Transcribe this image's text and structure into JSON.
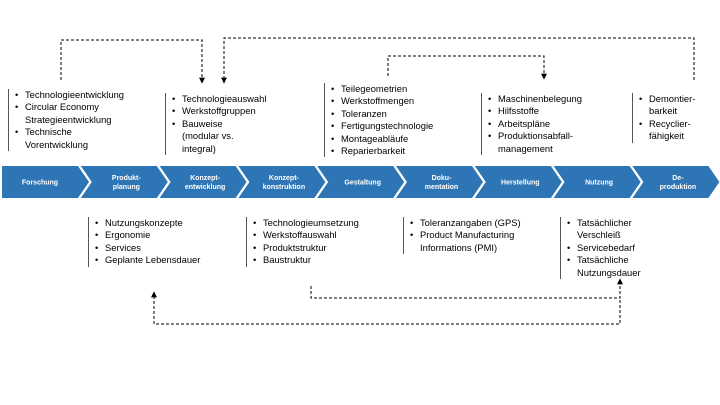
{
  "phases": [
    {
      "id": "forschung",
      "label": "Forschung"
    },
    {
      "id": "produktplanung",
      "label": "Produkt-\nplanung"
    },
    {
      "id": "konzeptentwicklung",
      "label": "Konzept-\nentwicklung"
    },
    {
      "id": "konzeptkonstruktion",
      "label": "Konzept-\nkonstruktion"
    },
    {
      "id": "gestaltung",
      "label": "Gestaltung"
    },
    {
      "id": "dokumentation",
      "label": "Doku-\nmentation"
    },
    {
      "id": "herstellung",
      "label": "Herstellung"
    },
    {
      "id": "nutzung",
      "label": "Nutzung"
    },
    {
      "id": "deproduktion",
      "label": "De-\nproduktion"
    }
  ],
  "boxes_top": [
    {
      "id": "forschung",
      "items": [
        "Technologieentwicklung",
        "Circular Economy\nStrategieentwicklung",
        "Technische\nVorentwicklung"
      ]
    },
    {
      "id": "konzeptentwicklung",
      "items": [
        "Technologieauswahl",
        "Werkstoffgruppen",
        "Bauweise\n(modular vs.\nintegral)"
      ]
    },
    {
      "id": "gestaltung",
      "items": [
        "Teilegeometrien",
        "Werkstoffmengen",
        "Toleranzen",
        "Fertigungstechnologie",
        "Montageabläufe",
        "Reparierbarkeit"
      ]
    },
    {
      "id": "herstellung",
      "items": [
        "Maschinenbelegung",
        "Hilfsstoffe",
        "Arbeitspläne",
        "Produktionsabfall-\nmanagement"
      ]
    },
    {
      "id": "deproduktion",
      "items": [
        "Demontier-\nbarkeit",
        "Recyclier-\nfähigkeit"
      ]
    }
  ],
  "boxes_bottom": [
    {
      "id": "produktplanung",
      "items": [
        "Nutzungskonzepte",
        "Ergonomie",
        "Services",
        "Geplante Lebensdauer"
      ]
    },
    {
      "id": "konzeptkonstruktion",
      "items": [
        "Technologieumsetzung",
        "Werkstoffauswahl",
        "Produktstruktur",
        "Baustruktur"
      ]
    },
    {
      "id": "dokumentation",
      "items": [
        "Toleranzangaben (GPS)",
        "Product Manufacturing\nInformations (PMI)"
      ]
    },
    {
      "id": "nutzung",
      "items": [
        "Tatsächlicher\nVerschleiß",
        "Servicebedarf",
        "Tatsächliche\nNutzungsdauer"
      ]
    }
  ],
  "colors": {
    "chevron": "#2e75b6",
    "connector": "#000000",
    "text": "#000000"
  },
  "connector_style": "dashed"
}
